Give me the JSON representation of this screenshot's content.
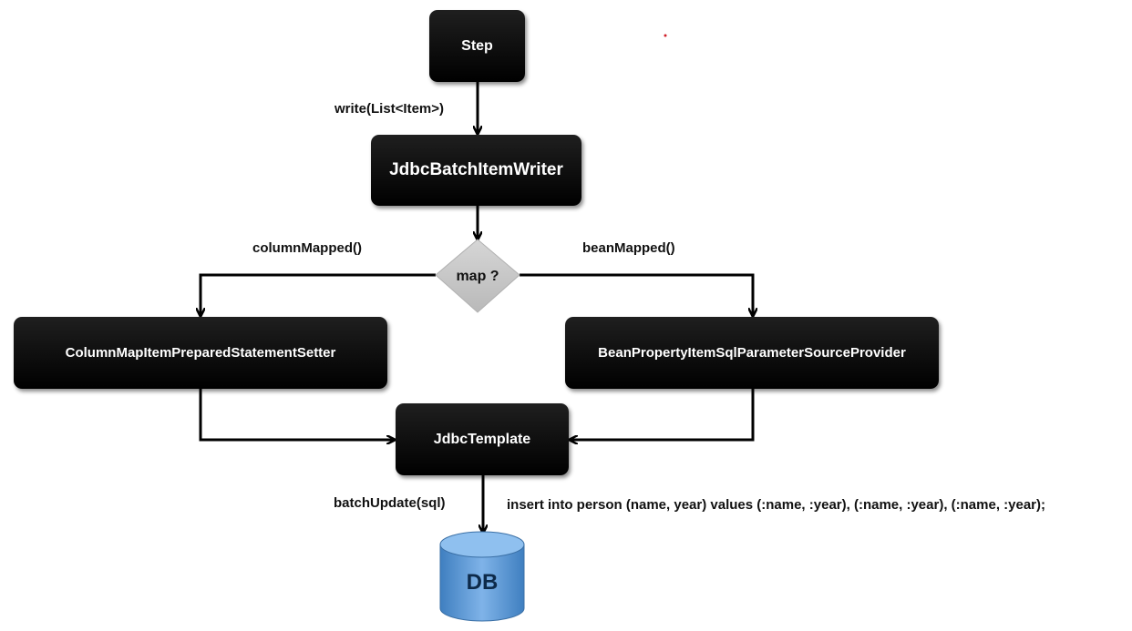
{
  "nodes": {
    "step": "Step",
    "jdbc_batch_item_writer": "JdbcBatchItemWriter",
    "decision": "map ?",
    "column_map_setter": "ColumnMapItemPreparedStatementSetter",
    "bean_property_provider": "BeanPropertyItemSqlParameterSourceProvider",
    "jdbc_template": "JdbcTemplate",
    "database": "DB"
  },
  "edges": {
    "write": "write(List<Item>)",
    "column_mapped": "columnMapped()",
    "bean_mapped": "beanMapped()",
    "batch_update": "batchUpdate(sql)"
  },
  "annotation": {
    "sql": "insert into person (name, year) values (:name, :year), (:name, :year), (:name, :year);"
  },
  "colors": {
    "box": "#000000",
    "decision": "#c8c8c8",
    "database": "#5b9bd5"
  }
}
